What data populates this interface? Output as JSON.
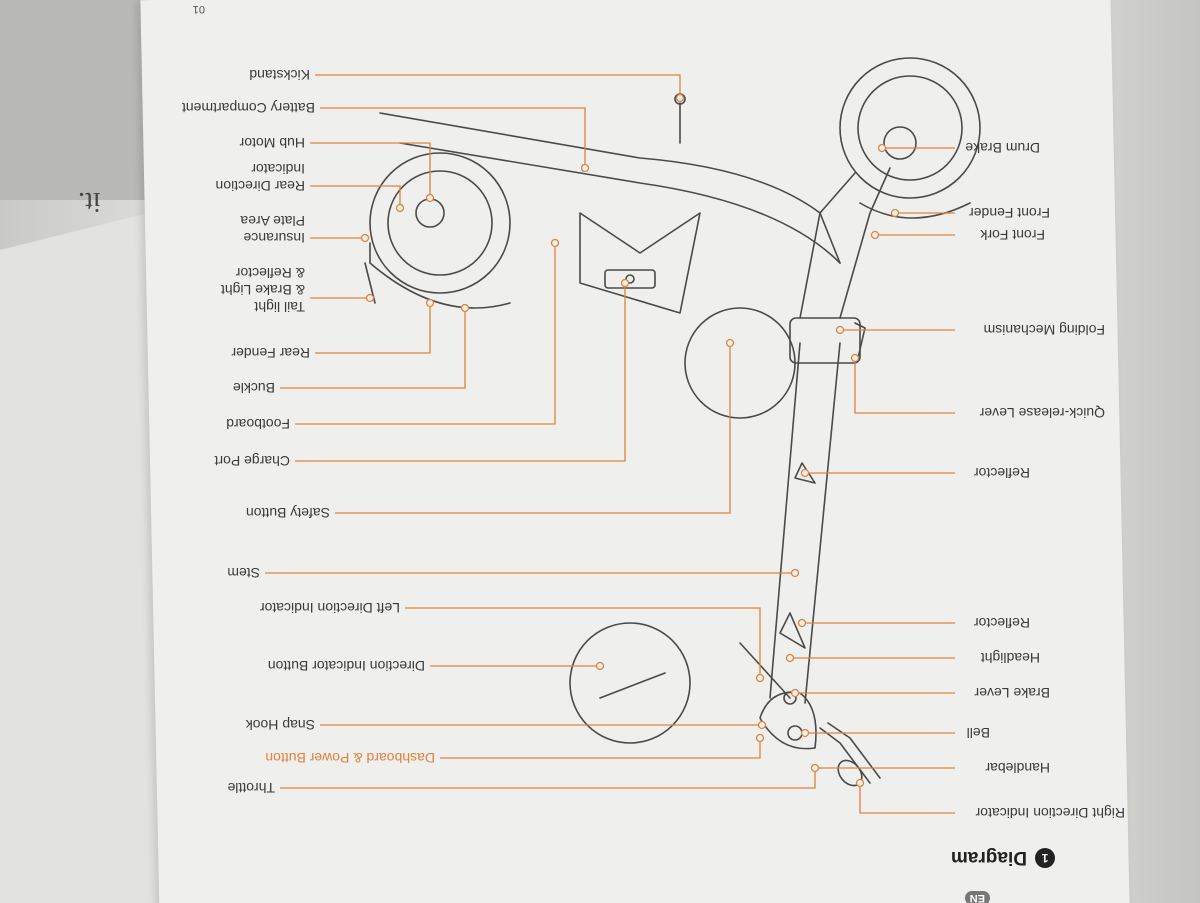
{
  "page": {
    "language_tag": "EN",
    "page_number": "01",
    "margin_text": "it."
  },
  "section": {
    "number": "1",
    "title": "Diagram"
  },
  "labels": {
    "right_direction_indicator": "Right Direction Indicator",
    "throttle": "Throttle",
    "handlebar": "Handlebar",
    "dashboard_power_button": "Dashboard & Power Button",
    "bell": "Bell",
    "snap_hook": "Snap Hook",
    "brake_lever": "Brake Lever",
    "headlight": "Headlight",
    "direction_indicator_button": "Direction Indicator Button",
    "reflector_front": "Reflector",
    "left_direction_indicator": "Left Direction Indicator",
    "stem": "Stem",
    "reflector_stem": "Reflector",
    "safety_button": "Safety Button",
    "charge_port": "Charge Port",
    "quick_release_lever": "Quick-release Lever",
    "footboard": "Footboard",
    "buckle": "Buckle",
    "folding_mechanism": "Folding Mechanism",
    "rear_fender": "Rear Fender",
    "tail_light_line1": "Tail light",
    "tail_light_line2": "& Brake Light",
    "tail_light_line3": "& Reflector",
    "insurance_line1": "Insurance",
    "insurance_line2": "Plate Area",
    "front_fork": "Front Fork",
    "front_fender": "Front Fender",
    "rear_direction_line1": "Rear Direction",
    "rear_direction_line2": "Indicator",
    "drum_brake": "Drum Brake",
    "hub_motor": "Hub Motor",
    "battery_compartment": "Battery Compartment",
    "kickstand": "Kickstand"
  },
  "colors": {
    "leader_line": "#e0823c",
    "text": "#3a3a3a",
    "accent_text": "#e0823c",
    "paper": "#efefed"
  }
}
